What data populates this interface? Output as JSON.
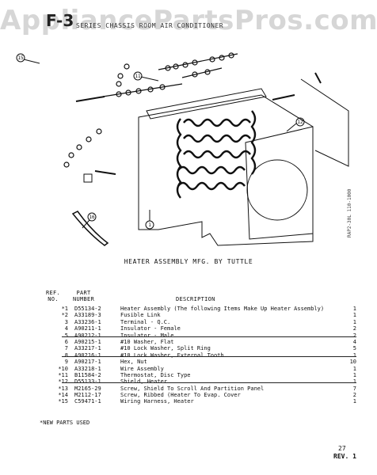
{
  "watermark": "AppliancePartsPros.com",
  "figure_id": "F-3",
  "header_text": "SERIES CHASSIS ROOM AIR CONDITIONER",
  "callouts": [
    "1",
    "11",
    "12",
    "15",
    "16"
  ],
  "caption": "HEATER ASSEMBLY MFG. BY TUTTLE",
  "side_code": "RAP2-30L 110-1000",
  "columns": {
    "ref": "REF.\nNO.",
    "part": "PART\nNUMBER",
    "desc": "DESCRIPTION"
  },
  "parts": [
    {
      "ref": "*1",
      "part": "D55134-2",
      "desc": "Heater Assembly (The following Items Make Up Heater Assembly)",
      "qty": "1"
    },
    {
      "ref": "*2",
      "part": "A33189-3",
      "desc": "Fusible Link",
      "qty": "1"
    },
    {
      "ref": "3",
      "part": "A33236-1",
      "desc": "Terminal - Q.C.",
      "qty": "1"
    },
    {
      "ref": "4",
      "part": "A90211-1",
      "desc": "Insulator - Female",
      "qty": "2"
    },
    {
      "ref": "5",
      "part": "A90212-1",
      "desc": "Insulator - Male",
      "qty": "2"
    },
    {
      "ref": "6",
      "part": "A90215-1",
      "desc": "#10 Washer, Flat",
      "qty": "4"
    },
    {
      "ref": "7",
      "part": "A33217-1",
      "desc": "#10 Lock Washer, Split Ring",
      "qty": "5"
    },
    {
      "ref": "8",
      "part": "A90216-1",
      "desc": "#10 Lock Washer, External Tooth",
      "qty": "1"
    },
    {
      "ref": "9",
      "part": "A90217-1",
      "desc": "Hex, Nut",
      "qty": "10"
    },
    {
      "ref": "*10",
      "part": "A33218-1",
      "desc": "Wire Assembly",
      "qty": "1"
    },
    {
      "ref": "*11",
      "part": "B11584-2",
      "desc": "Thermostat, Disc Type",
      "qty": "1"
    },
    {
      "ref": "*12",
      "part": "D55133-1",
      "desc": "Shield, Heater",
      "qty": "1"
    },
    {
      "ref": "*13",
      "part": "M2165-29",
      "desc": "Screw, Shield To Scroll And Partition Panel",
      "qty": "7"
    },
    {
      "ref": "*14",
      "part": "M2112-17",
      "desc": "Screw, Ribbed (Heater To Evap. Cover",
      "qty": "2"
    },
    {
      "ref": "*15",
      "part": "C59471-1",
      "desc": "Wiring Harness, Heater",
      "qty": "1"
    }
  ],
  "footnote": "*NEW PARTS USED",
  "page_number": "27",
  "revision": "REV. 1"
}
